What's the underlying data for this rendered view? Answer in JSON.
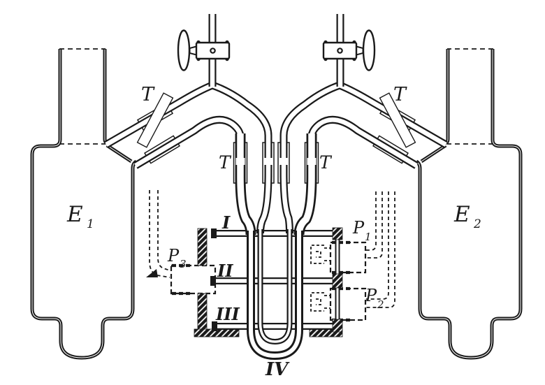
{
  "diagram": {
    "title": "two-vessel glass vacuum apparatus with stopcocks, ground joints and pump stages",
    "background": "#ffffff",
    "ink": "#1a1a1a",
    "vessels": {
      "left": {
        "label": "E",
        "sub": "1"
      },
      "right": {
        "label": "E",
        "sub": "2"
      }
    },
    "joints": {
      "left_diagonal": "T",
      "right_diagonal": "T",
      "center_left": "T",
      "center_right": "T"
    },
    "stages": {
      "one": "I",
      "two": "II",
      "three": "III",
      "four": "IV"
    },
    "pumps": {
      "p1": {
        "label": "P",
        "sub": "1"
      },
      "p2": {
        "label": "P",
        "sub": "2"
      },
      "p3": {
        "label": "P",
        "sub": "3"
      }
    }
  }
}
